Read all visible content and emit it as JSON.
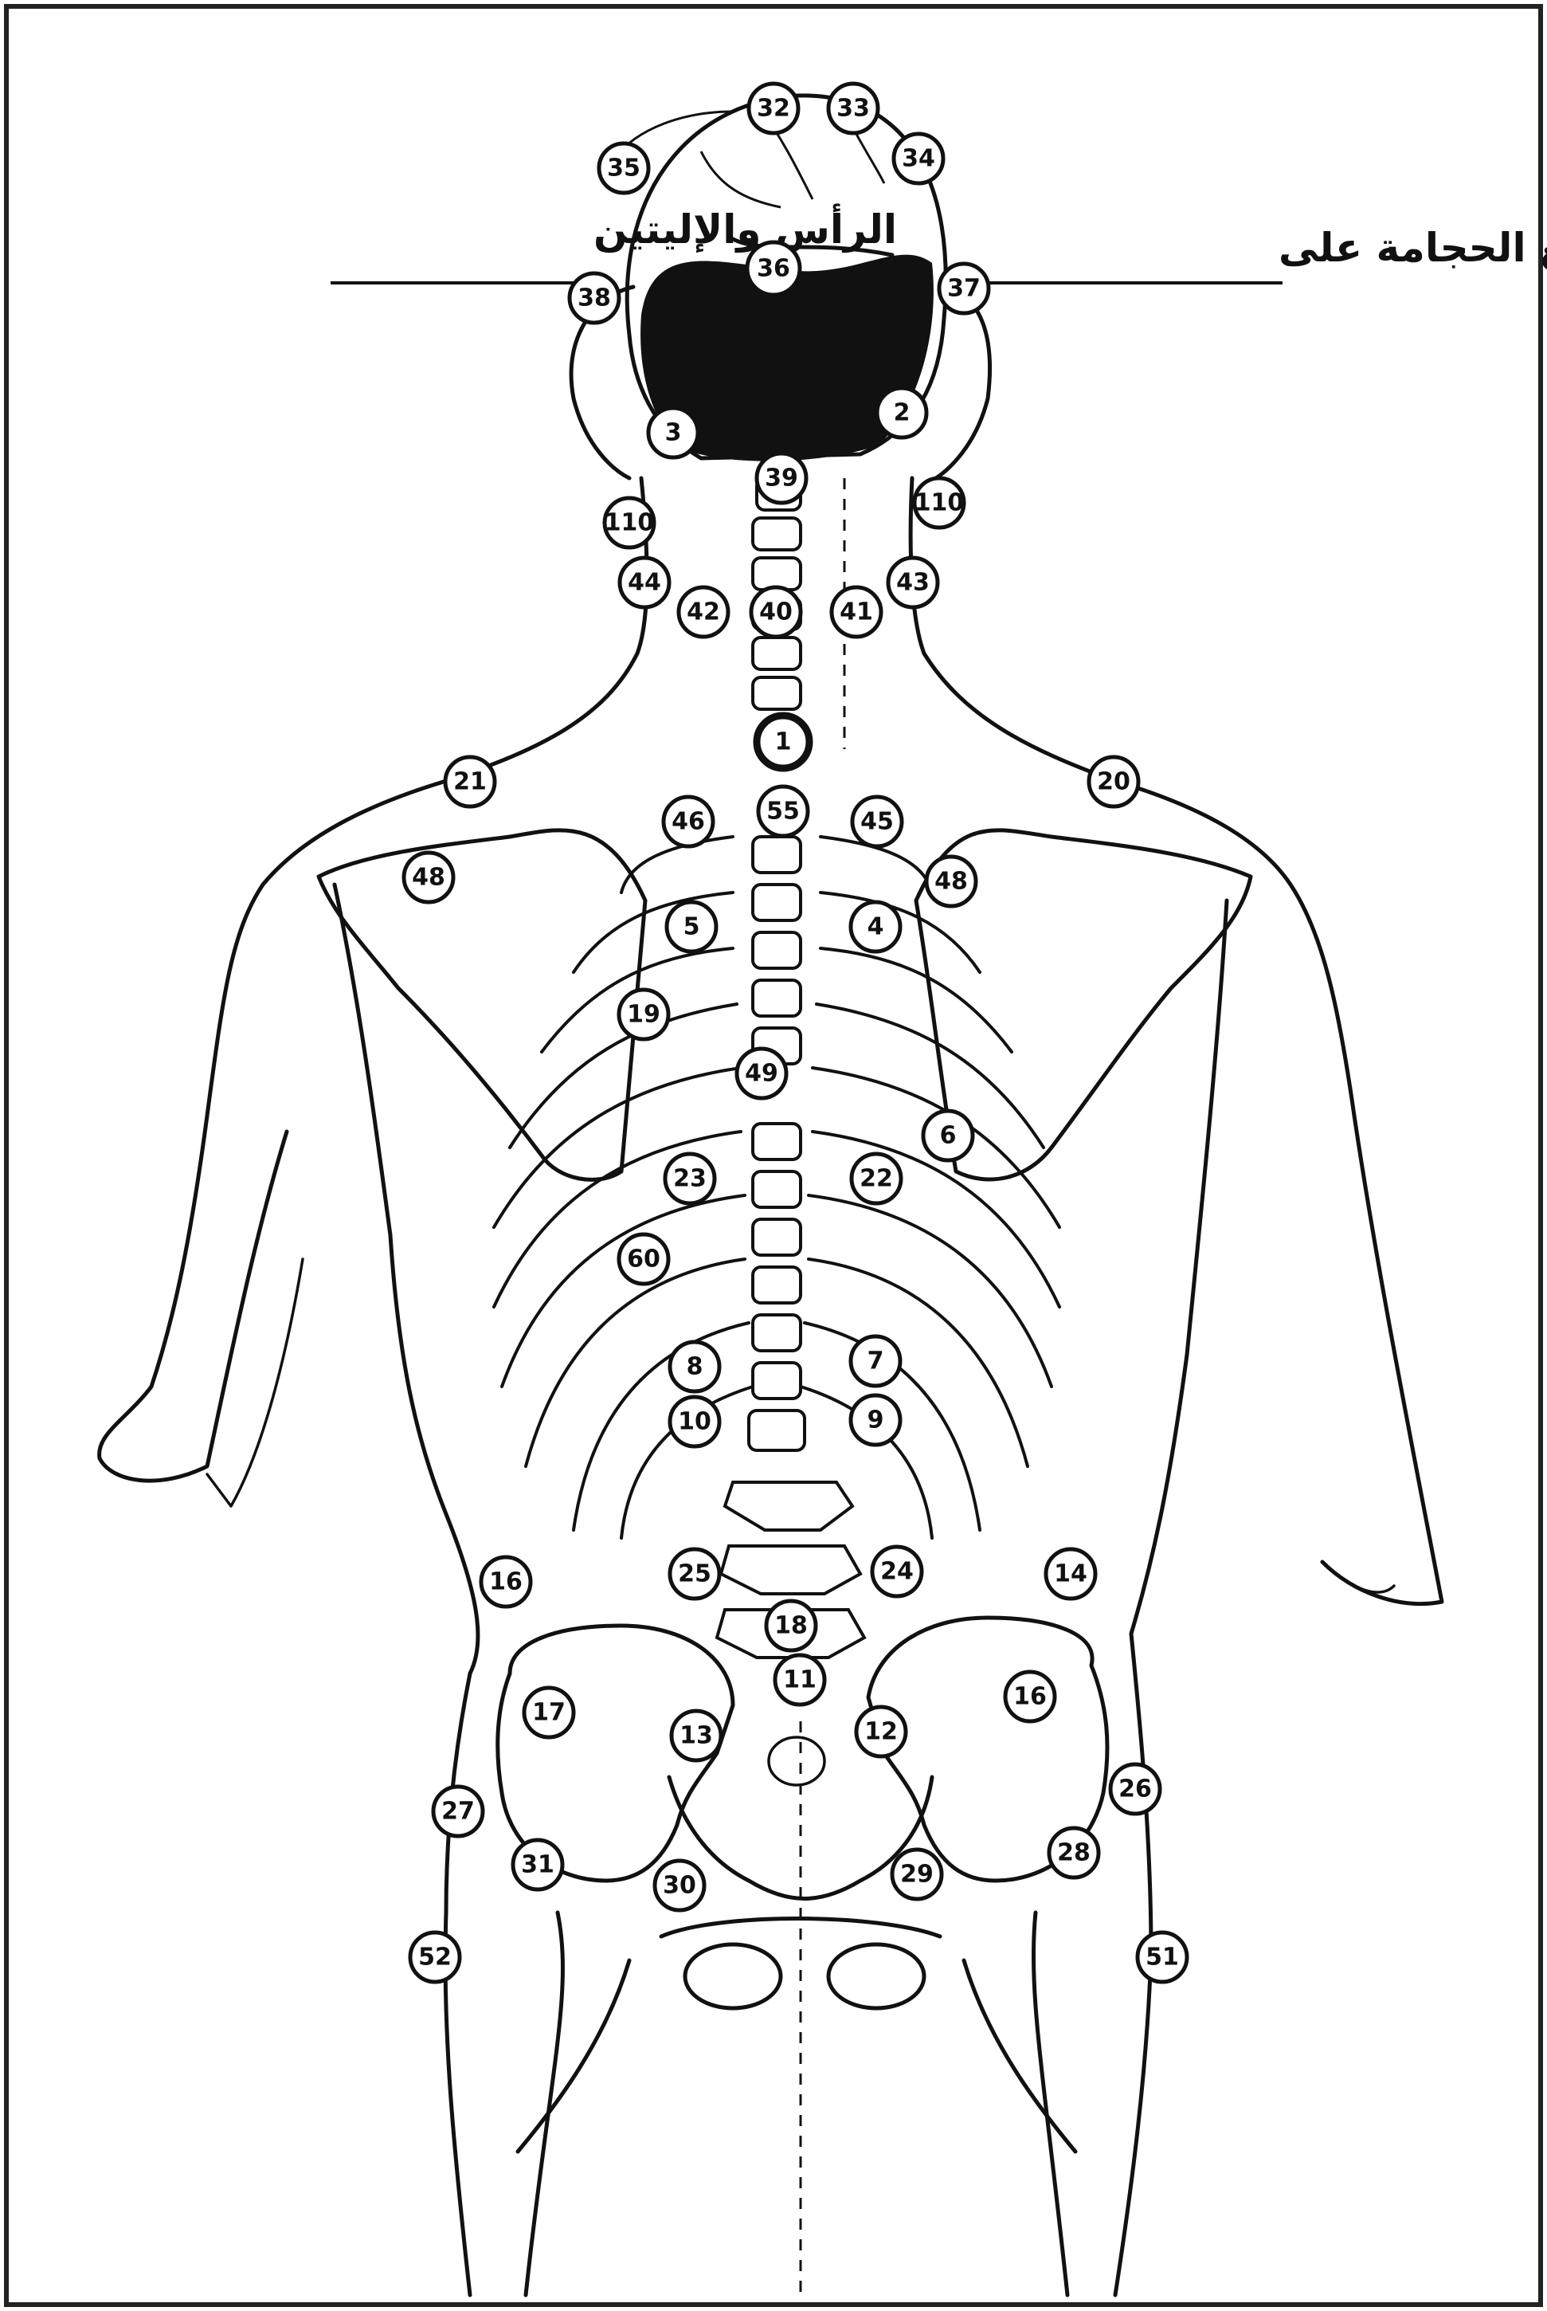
{
  "title": {
    "right_part": "مواضع الحجامة على",
    "left_part": "الرأس والإليتين"
  },
  "points": [
    {
      "label": "32"
    },
    {
      "label": "33"
    },
    {
      "label": "35"
    },
    {
      "label": "34"
    },
    {
      "label": "36"
    },
    {
      "label": "38"
    },
    {
      "label": "37"
    },
    {
      "label": "3"
    },
    {
      "label": "2"
    },
    {
      "label": "39"
    },
    {
      "label": "110"
    },
    {
      "label": "110"
    },
    {
      "label": "44"
    },
    {
      "label": "43"
    },
    {
      "label": "42"
    },
    {
      "label": "40"
    },
    {
      "label": "41"
    },
    {
      "label": "1"
    },
    {
      "label": "21"
    },
    {
      "label": "20"
    },
    {
      "label": "55"
    },
    {
      "label": "46"
    },
    {
      "label": "45"
    },
    {
      "label": "48"
    },
    {
      "label": "48"
    },
    {
      "label": "5"
    },
    {
      "label": "4"
    },
    {
      "label": "19"
    },
    {
      "label": "49"
    },
    {
      "label": "6"
    },
    {
      "label": "23"
    },
    {
      "label": "22"
    },
    {
      "label": "60"
    },
    {
      "label": "8"
    },
    {
      "label": "7"
    },
    {
      "label": "10"
    },
    {
      "label": "9"
    },
    {
      "label": "16"
    },
    {
      "label": "25"
    },
    {
      "label": "24"
    },
    {
      "label": "14"
    },
    {
      "label": "18"
    },
    {
      "label": "11"
    },
    {
      "label": "17"
    },
    {
      "label": "16"
    },
    {
      "label": "13"
    },
    {
      "label": "12"
    },
    {
      "label": "27"
    },
    {
      "label": "26"
    },
    {
      "label": "31"
    },
    {
      "label": "28"
    },
    {
      "label": "30"
    },
    {
      "label": "29"
    },
    {
      "label": "52"
    },
    {
      "label": "51"
    }
  ]
}
